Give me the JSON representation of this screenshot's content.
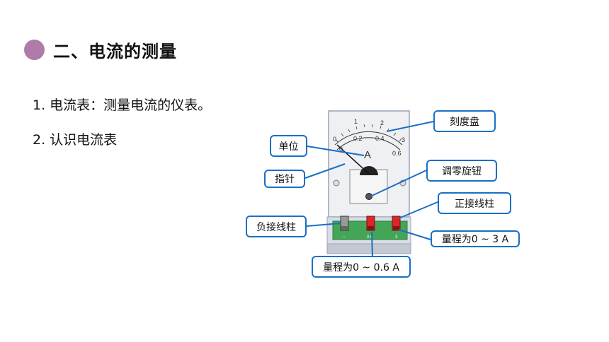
{
  "section": {
    "bullet_color": "#b07aa9",
    "title": "二、电流的测量"
  },
  "items": [
    "1. 电流表：测量电流的仪表。",
    "2. 认识电流表"
  ],
  "meter": {
    "unit_symbol": "A",
    "upper_scale": [
      "0",
      "1",
      "2",
      "3"
    ],
    "lower_scale": [
      "0",
      "0.2",
      "0.4",
      "0.6"
    ],
    "terminal_marks": [
      "−",
      "0.6",
      "3"
    ]
  },
  "callouts": {
    "scale_dial": "刻度盘",
    "unit": "单位",
    "pointer": "指针",
    "zero_adjust_knob": "调零旋钮",
    "positive_terminal": "正接线柱",
    "negative_terminal": "负接线柱",
    "range_3a": "量程为0 ~ 3 A",
    "range_06a": "量程为0 ~ 0.6 A"
  },
  "colors": {
    "callout_border": "#1a6fc4",
    "terminal_red": "#d9262b",
    "base_green": "#43a656"
  }
}
